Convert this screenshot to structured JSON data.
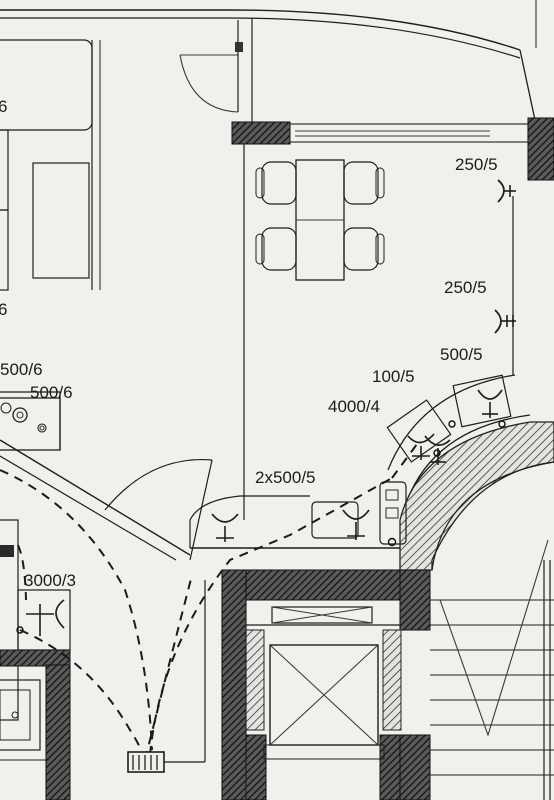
{
  "labels": {
    "left_top": "6",
    "left_mid": "6",
    "left_500_6_a": "500/6",
    "left_500_6_b": "500/6",
    "socket_250_5_top": "250/5",
    "socket_250_5_mid": "250/5",
    "socket_500_5": "500/5",
    "socket_100_5": "100/5",
    "socket_4000_4": "4000/4",
    "socket_2x500_5": "2x500/5",
    "socket_3000_3": "3000/3"
  },
  "colors": {
    "paper": "#f1f0ed",
    "ink": "#1e1e1e"
  }
}
